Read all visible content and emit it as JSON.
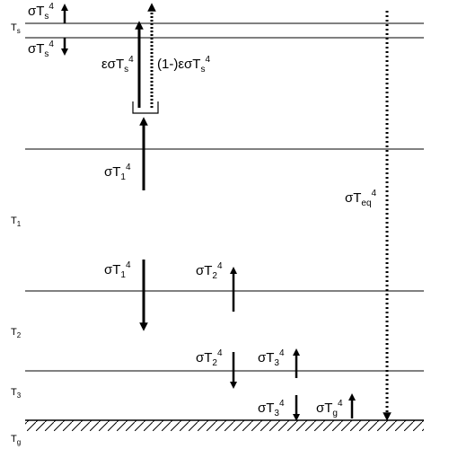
{
  "layer_labels": {
    "Ts": "T",
    "Ts_sub": "s",
    "T1": "T",
    "T1_sub": "1",
    "T2": "T",
    "T2_sub": "2",
    "T3": "T",
    "T3_sub": "3",
    "Tg": "T",
    "Tg_sub": "g"
  },
  "flux": {
    "sTs_up": {
      "pre": "σT",
      "sub": "s",
      "sup": "4"
    },
    "sTs_down": {
      "pre": "σT",
      "sub": "s",
      "sup": "4"
    },
    "esTs": {
      "pre": "εσT",
      "sub": "s",
      "sup": "4"
    },
    "oneMinus": {
      "pre": "(1-)εσT",
      "sub": "s",
      "sup": "4"
    },
    "sT1_up": {
      "pre": "σT",
      "sub": "1",
      "sup": "4"
    },
    "sTeq": {
      "pre": "σT",
      "sub": "eq",
      "sup": "4"
    },
    "sT1_down": {
      "pre": "σT",
      "sub": "1",
      "sup": "4"
    },
    "sT2_up": {
      "pre": "σT",
      "sub": "2",
      "sup": "4"
    },
    "sT2_down": {
      "pre": "σT",
      "sub": "2",
      "sup": "4"
    },
    "sT3_up": {
      "pre": "σT",
      "sub": "3",
      "sup": "4"
    },
    "sT3_down": {
      "pre": "σT",
      "sub": "3",
      "sup": "4"
    },
    "sTg_up": {
      "pre": "σT",
      "sub": "g",
      "sup": "4"
    }
  }
}
